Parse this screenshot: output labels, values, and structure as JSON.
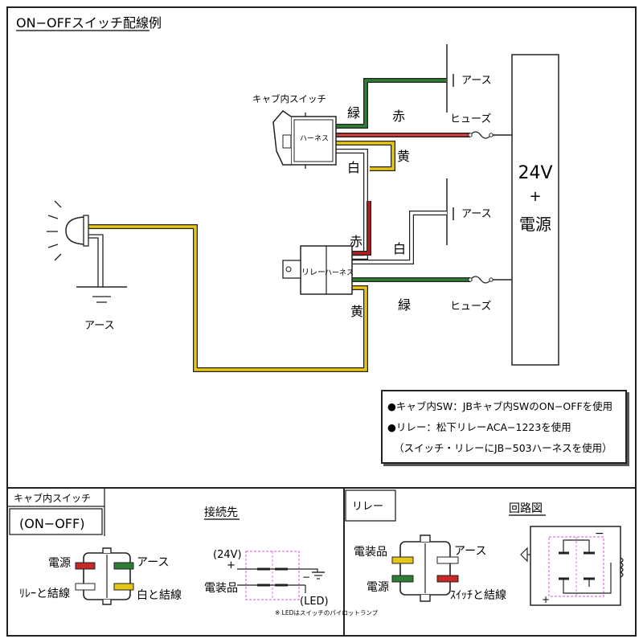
{
  "title": "ON−OFFスイッチ配線例",
  "main": {
    "cab_switch_label": "キャブ内スイッチ",
    "relay_label": "リレー",
    "harness_label": "ハーネス",
    "power_box": {
      "voltage": "24V",
      "plus": "+",
      "power": "電源"
    },
    "earth_labels": [
      "アース",
      "アース",
      "アース"
    ],
    "fuse_labels": [
      "ヒューズ",
      "ヒューズ"
    ],
    "wire_labels": {
      "green_top": "緑",
      "red_top": "赤",
      "yellow_top": "黄",
      "white_top": "白",
      "red_mid": "赤",
      "white_mid": "白",
      "green_mid": "緑",
      "yellow_bottom": "黄"
    },
    "colors": {
      "green": "#2e7d32",
      "red": "#b71c1c",
      "yellow": "#e6c619",
      "white_wire": "#ffffff",
      "pink_dashed": "#e070e0"
    }
  },
  "notes": [
    "●キャブ内SW：JBキャブ内SWのON−OFFを使用",
    "●リレー：松下リレーACA−1223を使用",
    "（スイッチ・リレーにJB−503ハーネスを使用）"
  ],
  "bottom": {
    "switch_panel": {
      "header": "キャブ内スイッチ",
      "sub": "(ON−OFF)",
      "left_top": "電源",
      "left_bottom": "ﾘﾚｰと結線",
      "right_top": "アース",
      "right_bottom": "白と結線"
    },
    "connection_panel": {
      "header": "接続先",
      "v24": "(24V)",
      "plus": "+",
      "equipment": "電装品",
      "led": "(LED)",
      "minus": "−",
      "footnote": "※ LEDはスイッチのパイロットランプ"
    },
    "relay_panel": {
      "header": "リレー",
      "left_top": "電装品",
      "left_bottom": "電源",
      "right_top": "アース",
      "right_bottom": "ｽｲｯﾁと結線"
    },
    "circuit_panel": {
      "header": "回路図",
      "minus": "−",
      "plus": "+"
    }
  }
}
